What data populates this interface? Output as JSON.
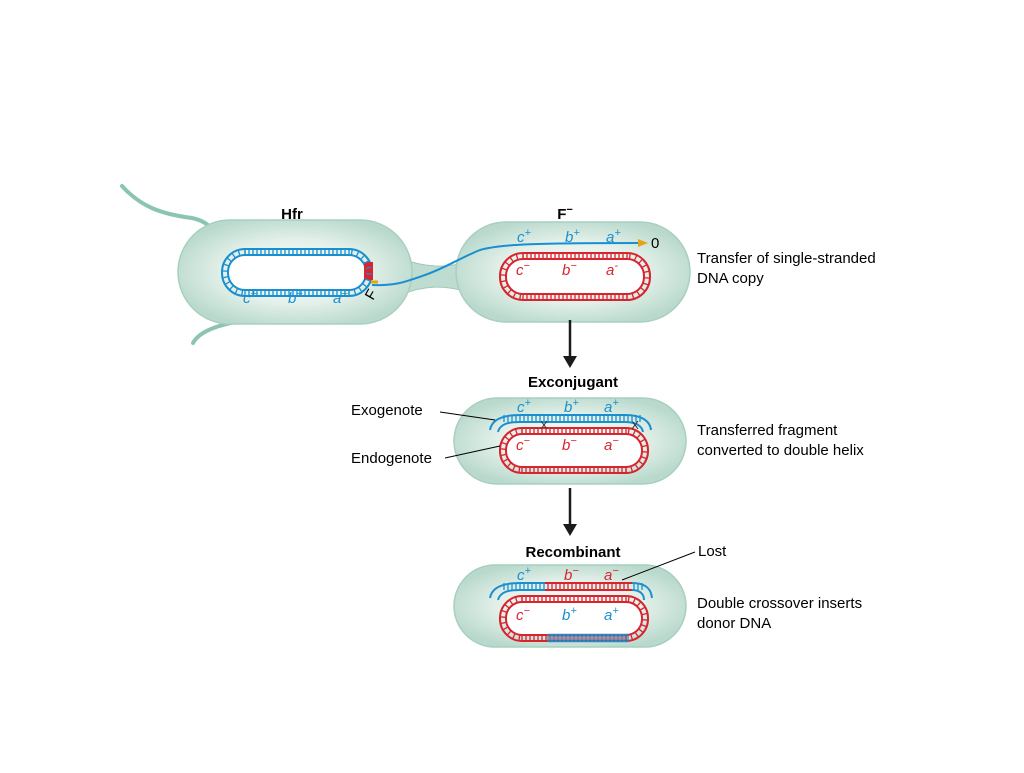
{
  "colors": {
    "donor_dna": "#1a8fd0",
    "recipient_dna": "#d9232e",
    "cell_fill": "#cfe6dd",
    "cell_center": "#f7fbf8",
    "f_factor": "#e8a317",
    "arrow": "#1b1b1b"
  },
  "hfr": {
    "title": "Hfr",
    "f_label": "F",
    "genes": [
      {
        "letter": "c",
        "sign": "+"
      },
      {
        "letter": "b",
        "sign": "+"
      },
      {
        "letter": "a",
        "sign": "+"
      }
    ]
  },
  "f_minus": {
    "title": "F",
    "title_sup": "−",
    "origin_label": "0",
    "transferred_genes": [
      {
        "letter": "c",
        "sign": "+"
      },
      {
        "letter": "b",
        "sign": "+"
      },
      {
        "letter": "a",
        "sign": "+"
      }
    ],
    "chromosome_genes": [
      {
        "letter": "c",
        "sign": "−"
      },
      {
        "letter": "b",
        "sign": "−"
      },
      {
        "letter": "a",
        "sign": "-"
      }
    ],
    "description": [
      "Transfer of single-stranded",
      "DNA copy"
    ]
  },
  "exconjugant": {
    "title": "Exconjugant",
    "exogenote_label": "Exogenote",
    "endogenote_label": "Endogenote",
    "exo_genes": [
      {
        "letter": "c",
        "sign": "+"
      },
      {
        "letter": "b",
        "sign": "+"
      },
      {
        "letter": "a",
        "sign": "+"
      }
    ],
    "endo_genes": [
      {
        "letter": "c",
        "sign": "−"
      },
      {
        "letter": "b",
        "sign": "−"
      },
      {
        "letter": "a",
        "sign": "−"
      }
    ],
    "description": [
      "Transferred fragment",
      "converted to double helix"
    ]
  },
  "recombinant": {
    "title": "Recombinant",
    "lost_label": "Lost",
    "top_genes": [
      {
        "letter": "c",
        "sign": "+"
      },
      {
        "letter": "b",
        "sign": "−"
      },
      {
        "letter": "a",
        "sign": "−"
      }
    ],
    "bottom_genes": [
      {
        "letter": "c",
        "sign": "−"
      },
      {
        "letter": "b",
        "sign": "+"
      },
      {
        "letter": "a",
        "sign": "+"
      }
    ],
    "description": [
      "Double crossover inserts",
      "donor DNA"
    ]
  }
}
